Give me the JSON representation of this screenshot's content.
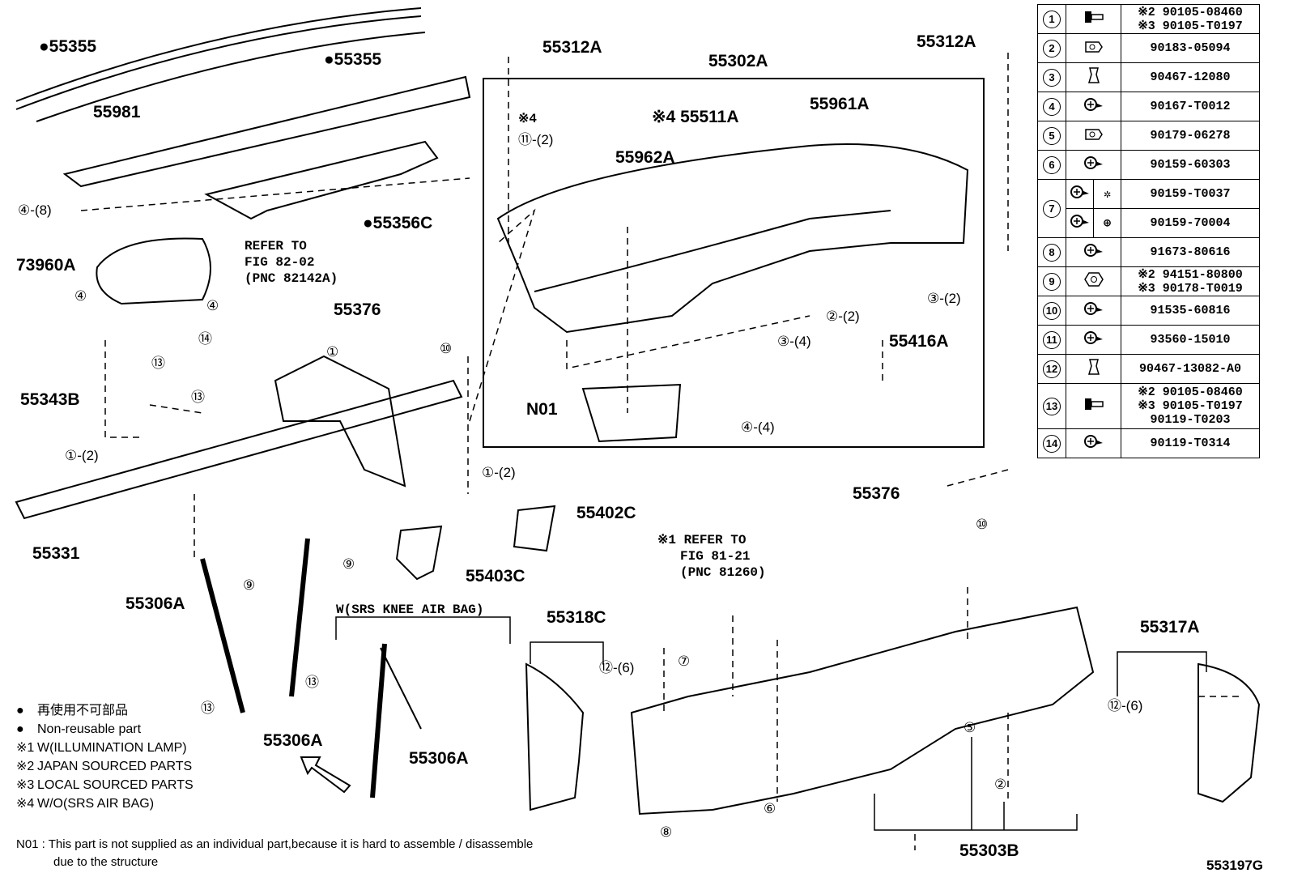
{
  "labels": {
    "p55355_a": "●55355",
    "p55355_b": "●55355",
    "p55981": "55981",
    "p55356c": "●55356C",
    "p55312a_l": "55312A",
    "p55312a_r": "55312A",
    "p55302a": "55302A",
    "p55961a": "55961A",
    "p55511a": "※4 55511A",
    "note4_mark": "※4",
    "p55962a": "55962A",
    "refer1_l1": "REFER TO",
    "refer1_l2": "FIG 82-02",
    "refer1_l3": "(PNC 82142A)",
    "p73960a": "73960A",
    "p55376_a": "55376",
    "p55376_b": "55376",
    "p55416a": "55416A",
    "p55343b": "55343B",
    "n01": "N01",
    "p55331": "55331",
    "p55402c": "55402C",
    "p55403c": "55403C",
    "refer2_l1": "※1 REFER TO",
    "refer2_l2": "FIG 81-21",
    "refer2_l3": "(PNC 81260)",
    "p55306a_1": "55306A",
    "p55306a_2": "55306A",
    "p55306a_3": "55306A",
    "knee_bag": "W(SRS KNEE AIR BAG)",
    "p55318c": "55318C",
    "p55317a": "55317A",
    "p55303b": "55303B"
  },
  "callouts": {
    "c4_8": "④-(8)",
    "c4": "④",
    "c4b": "④",
    "c11_2": "⑪-(2)",
    "c1": "①",
    "c1_2a": "①-(2)",
    "c1_2b": "①-(2)",
    "c13a": "⑬",
    "c13b": "⑬",
    "c13c": "⑬",
    "c13d": "⑬",
    "c14": "⑭",
    "c10a": "⑩",
    "c10b": "⑩",
    "c3_2": "③-(2)",
    "c2_2": "②-(2)",
    "c3_4": "③-(4)",
    "c4_4": "④-(4)",
    "c9a": "⑨",
    "c9b": "⑨",
    "c12_6a": "⑫-(6)",
    "c12_6b": "⑫-(6)",
    "c7": "⑦",
    "c5": "⑤",
    "c2": "②",
    "c6": "⑥",
    "c8": "⑧"
  },
  "legend": [
    {
      "mark": "●",
      "text": "再使用不可部品"
    },
    {
      "mark": "●",
      "text": "Non-reusable part"
    },
    {
      "mark": "※1",
      "text": "W(ILLUMINATION LAMP)"
    },
    {
      "mark": "※2",
      "text": "JAPAN SOURCED PARTS"
    },
    {
      "mark": "※3",
      "text": "LOCAL SOURCED PARTS"
    },
    {
      "mark": "※4",
      "text": "W/O(SRS AIR BAG)"
    }
  ],
  "note": {
    "line1": "N01 : This part is not supplied as an individual part,because it is hard to assemble / disassemble",
    "line2": "due to the structure"
  },
  "figure_id": "553197G",
  "parts_table": [
    {
      "num": "①",
      "icon": "bolt-icon",
      "parts": [
        "※2 90105-08460",
        "※3 90105-T0197"
      ]
    },
    {
      "num": "②",
      "icon": "clip-nut-icon",
      "parts": [
        "90183-05094"
      ]
    },
    {
      "num": "③",
      "icon": "clip-icon",
      "parts": [
        "90467-12080"
      ]
    },
    {
      "num": "④",
      "icon": "screw-icon",
      "parts": [
        "90167-T0012"
      ]
    },
    {
      "num": "⑤",
      "icon": "clip-nut-icon",
      "parts": [
        "90179-06278"
      ]
    },
    {
      "num": "⑥",
      "icon": "screw-icon",
      "parts": [
        "90159-60303"
      ]
    },
    {
      "num": "⑦",
      "icon": "screw-icon",
      "parts": [
        "90159-T0037",
        "90159-70004"
      ],
      "heads": [
        "torx",
        "phillips"
      ]
    },
    {
      "num": "⑧",
      "icon": "screw-icon",
      "parts": [
        "91673-80616"
      ]
    },
    {
      "num": "⑨",
      "icon": "nut-icon",
      "parts": [
        "※2 94151-80800",
        "※3 90178-T0019"
      ]
    },
    {
      "num": "⑩",
      "icon": "screw-icon",
      "parts": [
        "91535-60816"
      ]
    },
    {
      "num": "⑪",
      "icon": "screw-icon",
      "parts": [
        "93560-15010"
      ]
    },
    {
      "num": "⑫",
      "icon": "clip-icon",
      "parts": [
        "90467-13082-A0"
      ]
    },
    {
      "num": "⑬",
      "icon": "bolt-icon",
      "parts": [
        "※2 90105-08460",
        "※3 90105-T0197",
        "90119-T0203"
      ]
    },
    {
      "num": "⑭",
      "icon": "screw-icon",
      "parts": [
        "90119-T0314"
      ]
    }
  ]
}
